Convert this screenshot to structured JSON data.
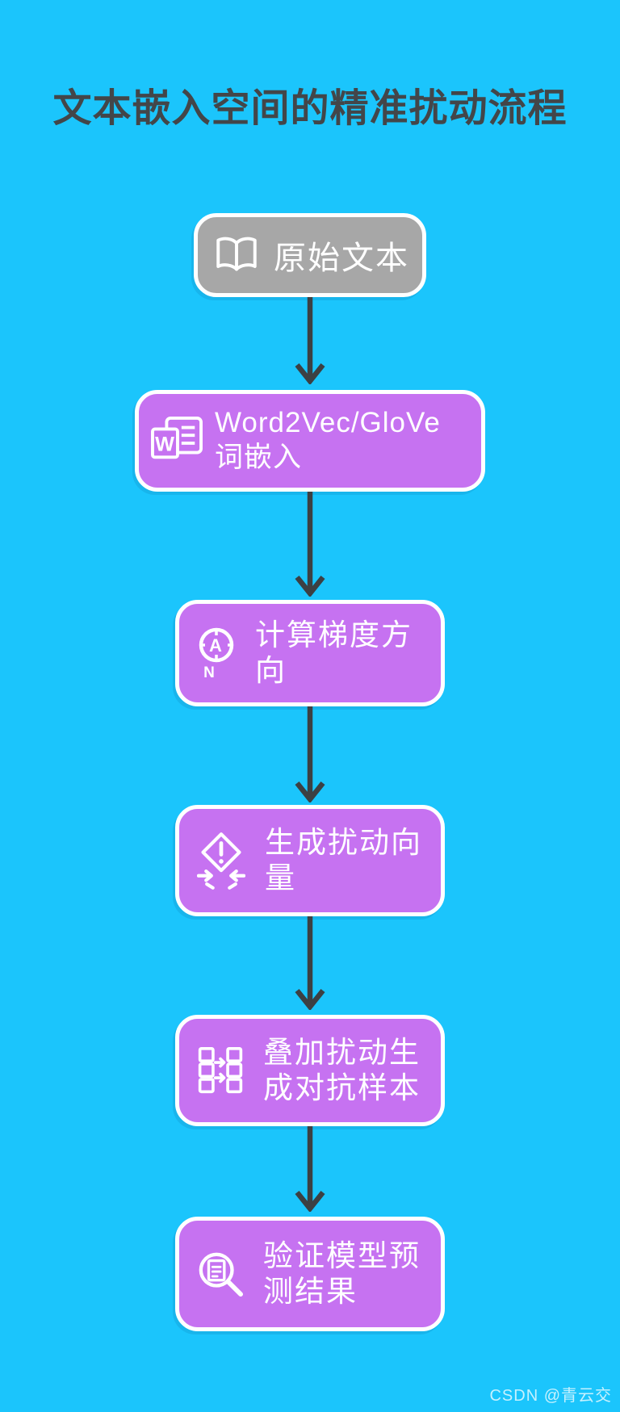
{
  "page": {
    "title": "文本嵌入空间的精准扰动流程",
    "watermark": "CSDN @青云交"
  },
  "theme": {
    "background_cyan": "#1BC5FC",
    "node_purple": "#C672F1",
    "node_gray": "#A7A7A7",
    "node_border": "#FFFFFF",
    "node_text": "#FFFFFF",
    "title_color": "#434649",
    "arrow_color": "#3C4043"
  },
  "flow": {
    "nodes": [
      {
        "label": "原始文本",
        "icon": "open-book-icon",
        "variant": "gray"
      },
      {
        "label": "Word2Vec/GloVe 词嵌入",
        "icon": "word-document-icon",
        "variant": "purple"
      },
      {
        "label": "计算梯度方向",
        "icon": "compass-icon",
        "variant": "purple"
      },
      {
        "label": "生成扰动向量",
        "icon": "warning-diamond-icon",
        "variant": "purple"
      },
      {
        "label": "叠加扰动生成对抗样本",
        "icon": "columns-transfer-icon",
        "variant": "purple"
      },
      {
        "label": "验证模型预测结果",
        "icon": "magnifier-document-icon",
        "variant": "purple"
      }
    ],
    "icon_letters": {
      "word": "W",
      "compass_center": "A",
      "compass_north": "N"
    }
  }
}
